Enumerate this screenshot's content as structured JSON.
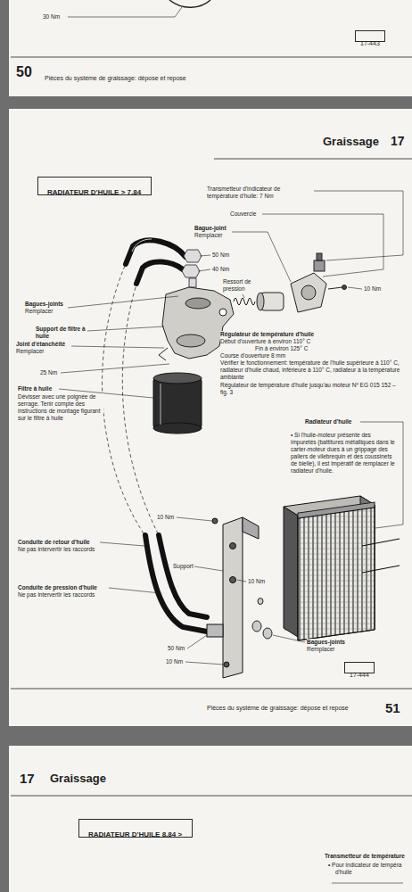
{
  "diagram": {
    "nodes": [
      {
        "text": [
          "17-443"
        ]
      },
      {
        "text": [
          "RADIATEUR D'HUILE > 7.84"
        ]
      },
      {
        "text": [
          "17-444"
        ]
      },
      {
        "text": [
          "RADIATEUR D'HUILE 8.84 >"
        ]
      }
    ],
    "edges": [],
    "labels": [
      "30 Nm",
      "50",
      "Pièces du système de graissage: dépose et repose",
      "Graissage",
      "17",
      "Transmetteur d'indicateur de température d'huile: 7 Nm",
      "Couvercle",
      "Bague-joint",
      "Remplacer",
      "50 Nm",
      "40 Nm",
      "Ressort de pression",
      "10 Nm",
      "Bagues-joints",
      "Remplacer",
      "Support de filtre à huile",
      "Joint d'étanchéité",
      "Remplacer",
      "25 Nm",
      "Régulateur de température d'huile",
      "Début d'ouverture à environ 110° C",
      "Fin à environ 125° C",
      "Course d'ouverture 8 mm",
      "Vérifier le fonctionnement: température de l'huile supérieure à 110° C, radiateur d'huile chaud, inférieure à 110° C, radiateur à la température ambiante",
      "Régulateur de température d'huile jusqu'au moteur Nº EG 015 152 – fig. 3",
      "Filtre à huile",
      "Dévisser avec une poignée de serrage. Tenir compte des instructions de montage figurant sur le filtre à huile",
      "Radiateur d'huile",
      "• Si l'huile-moteur présente des impuretés (battitures métalliques dans le carter-moteur dues à un grippage des paliers de vilebrequin et des coussinets de bielle), il est impératif de remplacer le radiateur d'huile.",
      "10 Nm",
      "Conduite de retour d'huile",
      "Ne pas intervertir les raccords",
      "Support",
      "10 Nm",
      "Conduite de pression d'huile",
      "Ne pas intervertir les raccords",
      "Bagues-joints",
      "Remplacer",
      "50 Nm",
      "10 Nm",
      "Pièces du système de graissage: dépose et repose",
      "51",
      "17",
      "Graissage",
      "Transmetteur de température",
      "• Pour indicateur de tempéra",
      "d'huile"
    ]
  }
}
